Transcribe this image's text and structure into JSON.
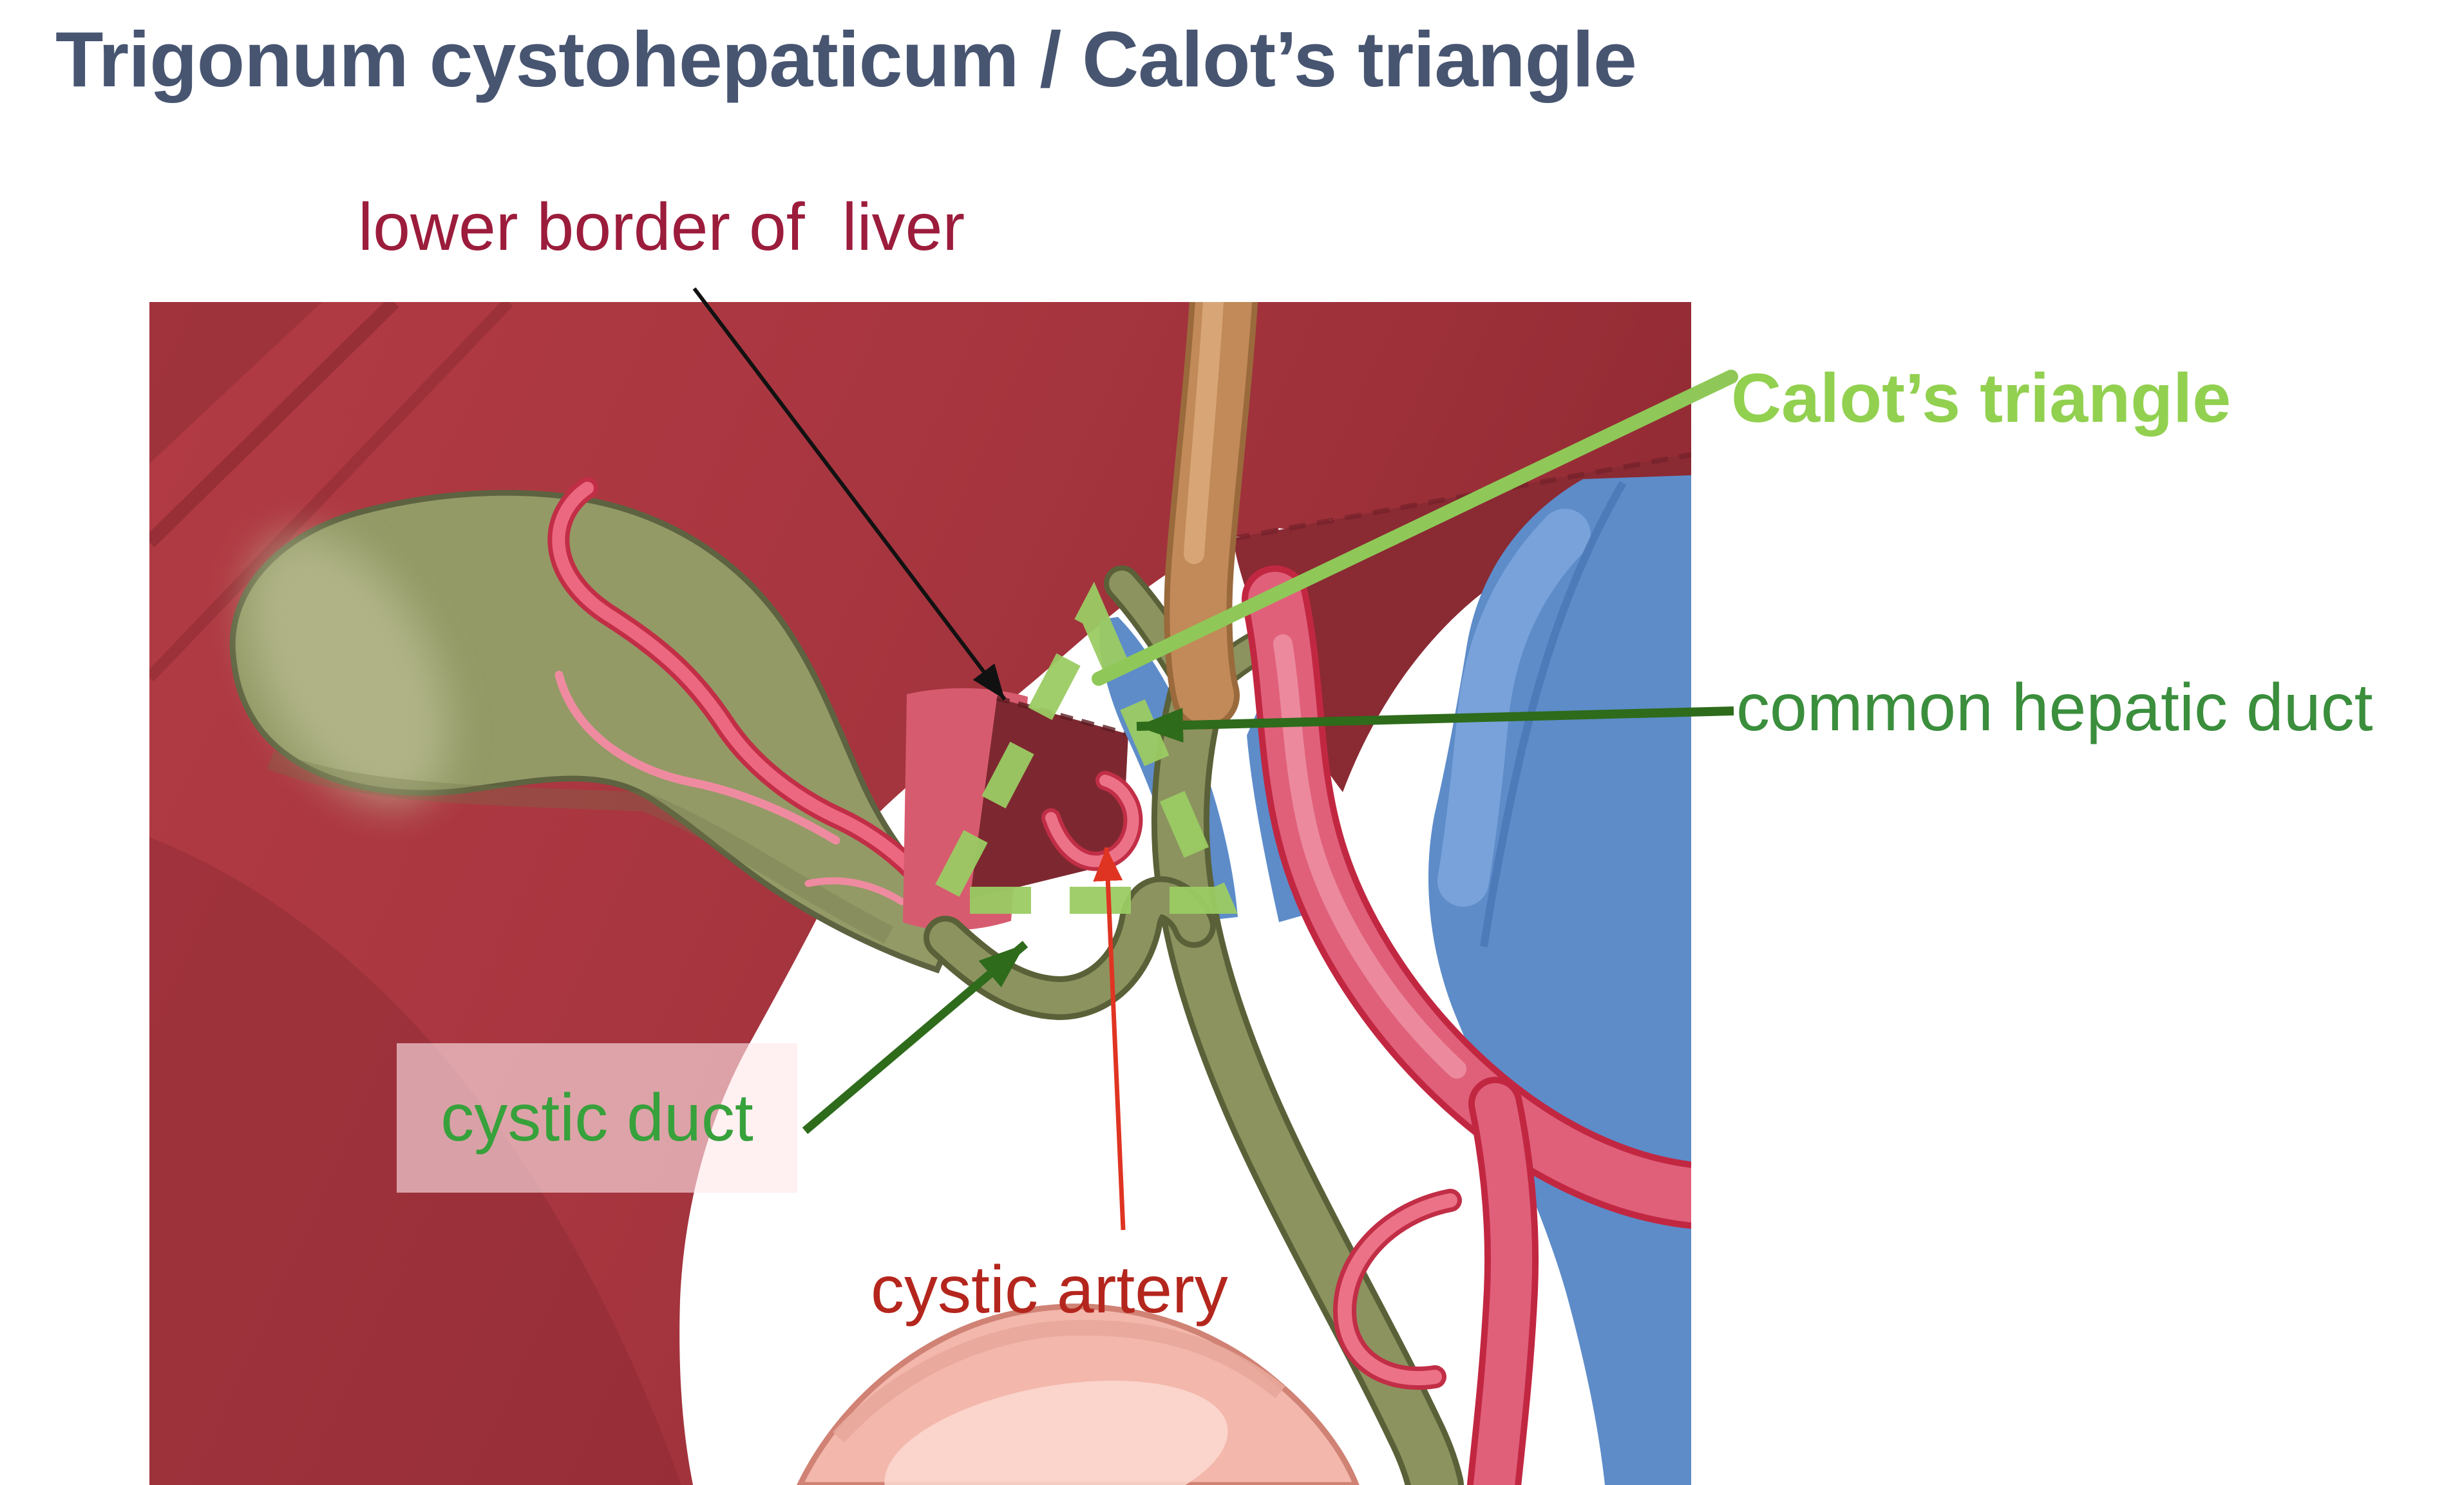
{
  "title": {
    "text": "Trigonum cystohepaticum / Calot’s triangle",
    "color": "#475571"
  },
  "labels": {
    "lower_border_of_liver": {
      "text": "lower border of  liver",
      "color": "#9c1c3c"
    },
    "calots_triangle": {
      "text": "Calot’s triangle",
      "color": "#92d050"
    },
    "common_hepatic_duct": {
      "text": "common hepatic duct",
      "color": "#3a8e3c"
    },
    "cystic_duct": {
      "text": "cystic duct",
      "color": "#37a13b",
      "box_fill": "rgba(255,230,234,0.62)"
    },
    "cystic_artery": {
      "text": "cystic artery",
      "color": "#b4261d"
    }
  },
  "figure": {
    "type": "anatomical-illustration",
    "palette": {
      "liver_red": "#a93640",
      "liver_dark_maroon": "#7d2830",
      "gallbladder_olive": "#939a66",
      "bile_duct_olive": "#8c935f",
      "artery_pink": "#e0607a",
      "artery_outline": "#c22742",
      "portal_vein_blue": "#5d8cc9",
      "duodenum_pink": "#f3b7ac",
      "ligament_tan": "#c28a58",
      "triangle_dash_green": "#9bcb63",
      "leader_light_green": "#8fc858",
      "leader_dark_green": "#2e6b1b",
      "leader_black": "#111111",
      "leader_red": "#e03422",
      "background": "#ffffff"
    }
  }
}
